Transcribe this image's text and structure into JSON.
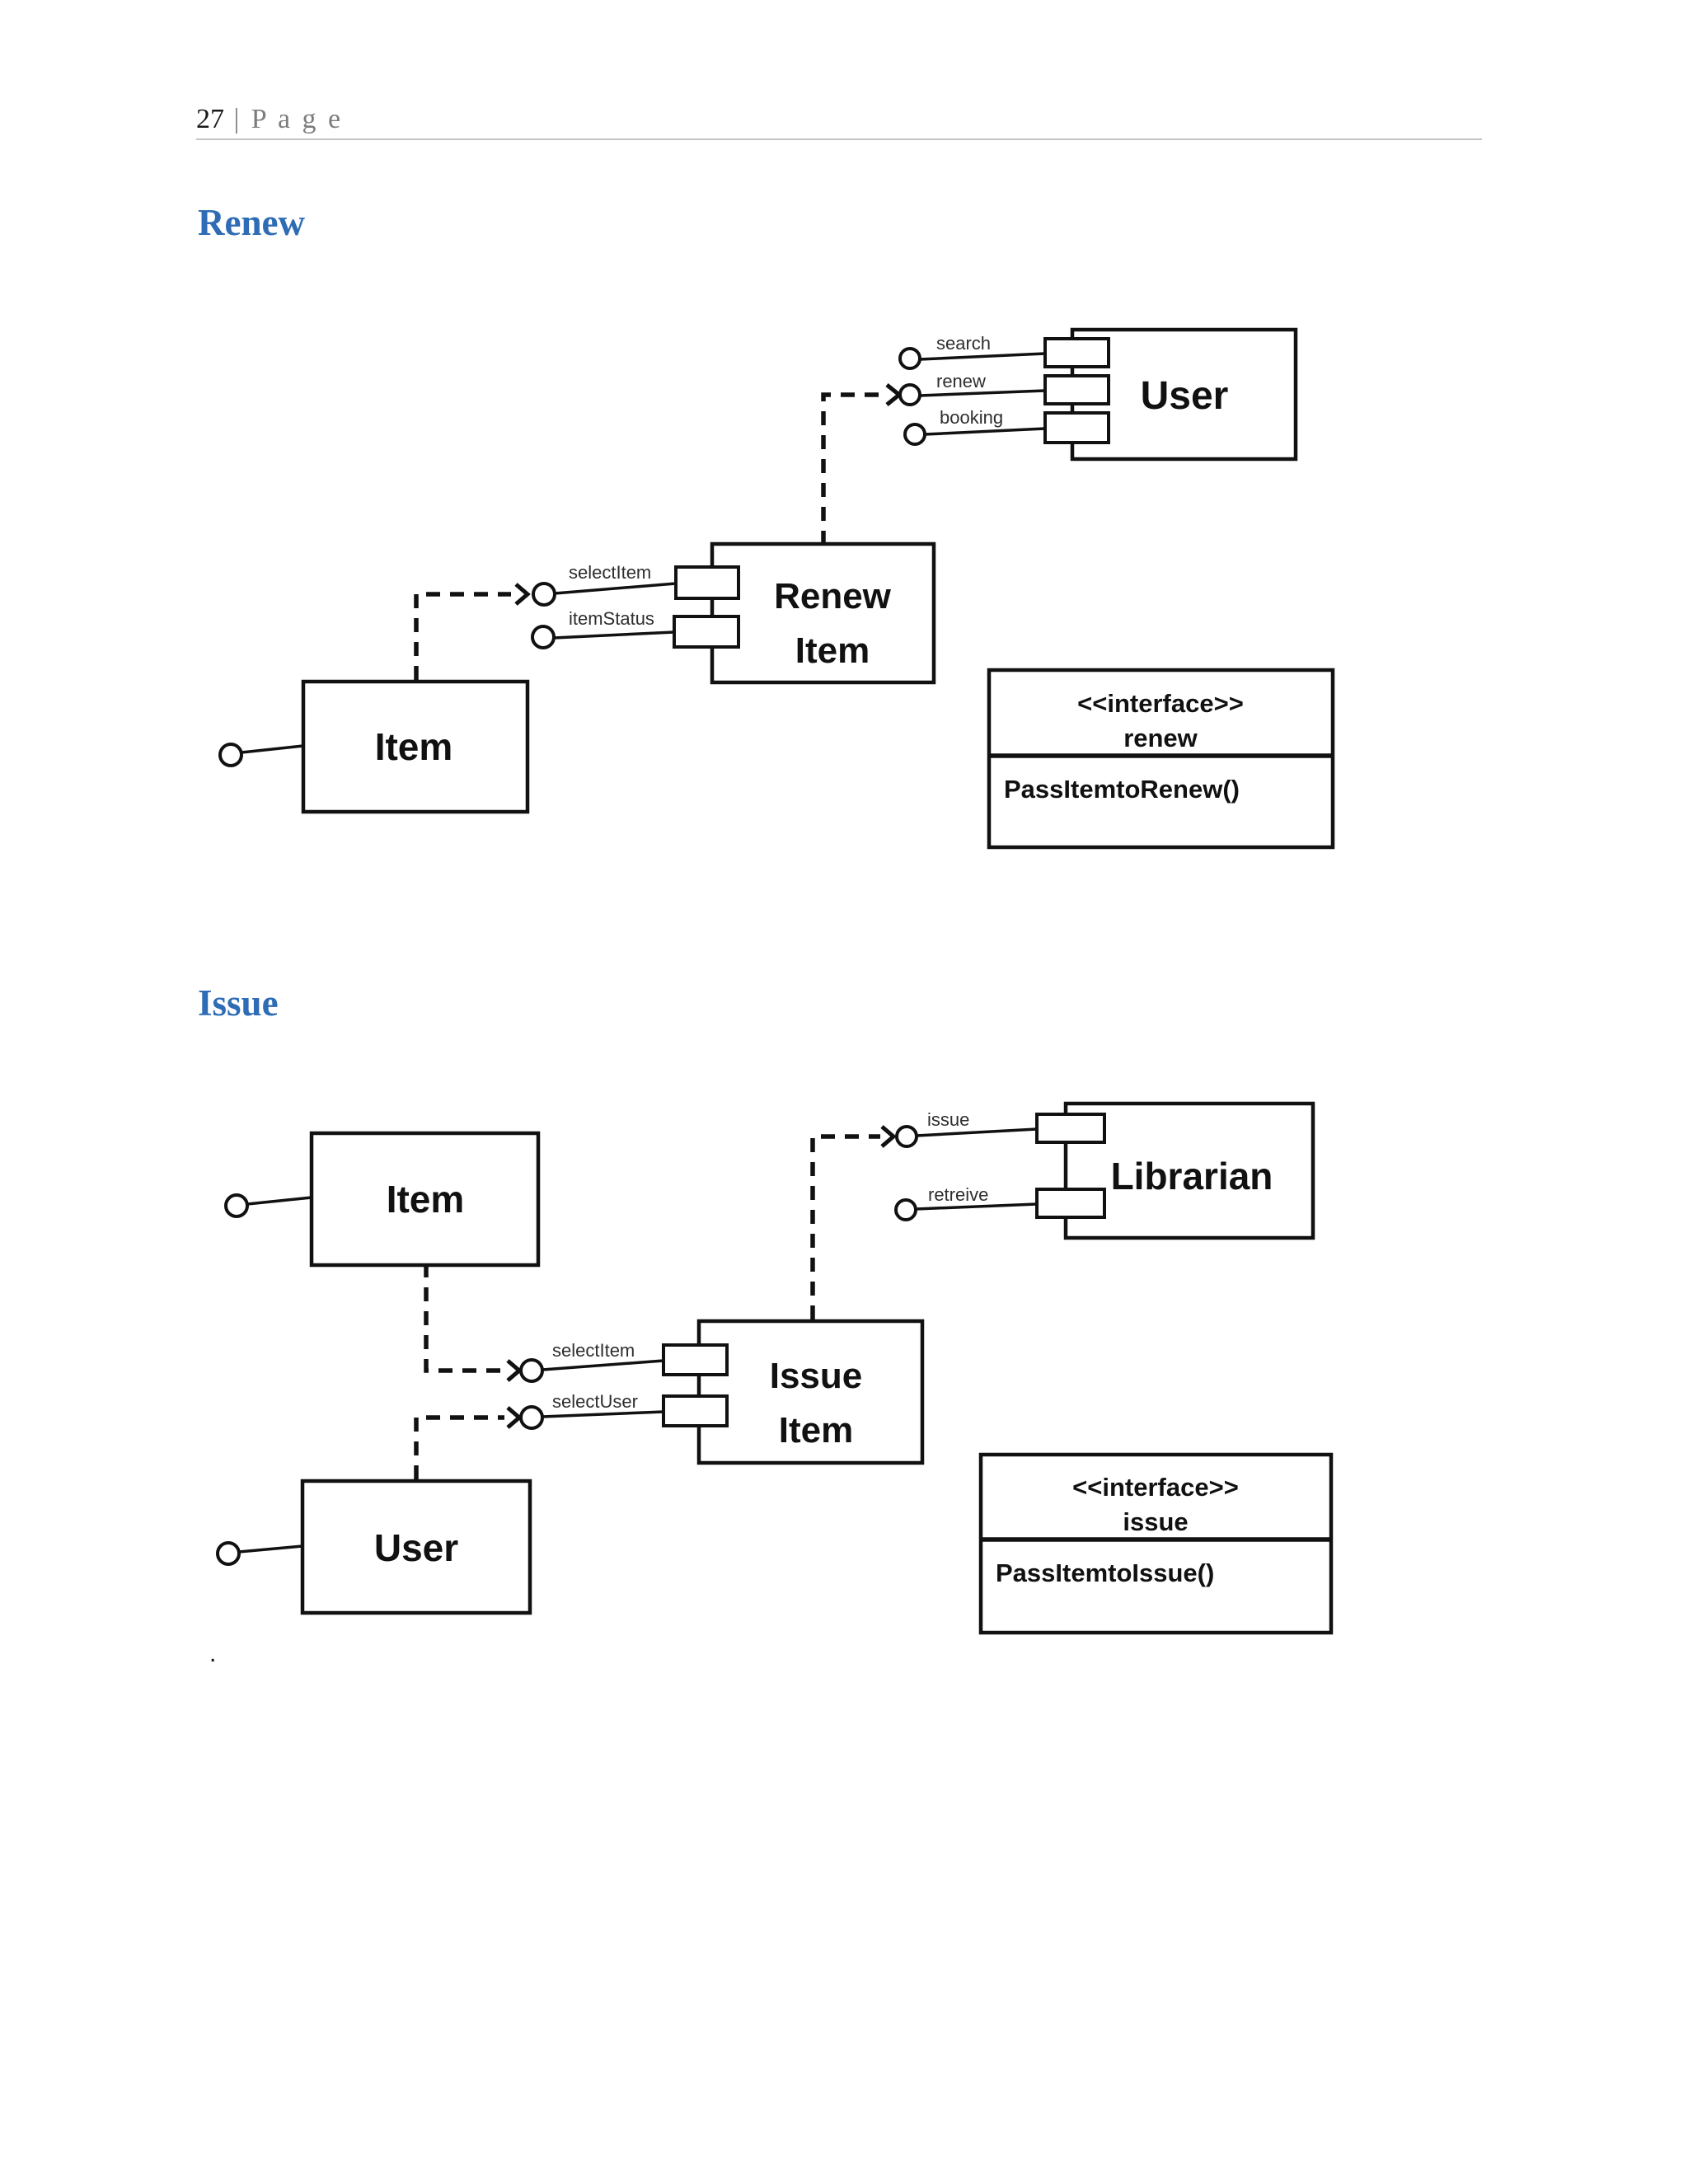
{
  "page": {
    "number": "27",
    "suffix": " | P a g e"
  },
  "sections": {
    "renew": {
      "heading": "Renew",
      "components": {
        "user": {
          "label": "User"
        },
        "renew_item": {
          "label_line1": "Renew",
          "label_line2": "Item"
        },
        "item": {
          "label": "Item"
        }
      },
      "interfaces": {
        "search": "search",
        "renew": "renew",
        "booking": "booking",
        "select_item": "selectItem",
        "item_status": "itemStatus"
      },
      "interface_class": {
        "stereotype": "<<interface>>",
        "name": "renew",
        "operation": "PassItemtoRenew()"
      }
    },
    "issue": {
      "heading": "Issue",
      "components": {
        "item": {
          "label": "Item"
        },
        "librarian": {
          "label": "Librarian"
        },
        "issue_item": {
          "label_line1": "Issue",
          "label_line2": "Item"
        },
        "user": {
          "label": "User"
        }
      },
      "interfaces": {
        "issue": "issue",
        "retreive": "retreive",
        "select_item": "selectItem",
        "select_user": "selectUser"
      },
      "interface_class": {
        "stereotype": "<<interface>>",
        "name": "issue",
        "operation": "PassItemtoIssue()"
      },
      "stray_mark": "."
    }
  },
  "colors": {
    "heading_blue": "#2e6cb5",
    "page_suffix_gray": "#7d7d7d",
    "diagram_ink": "#111111"
  }
}
